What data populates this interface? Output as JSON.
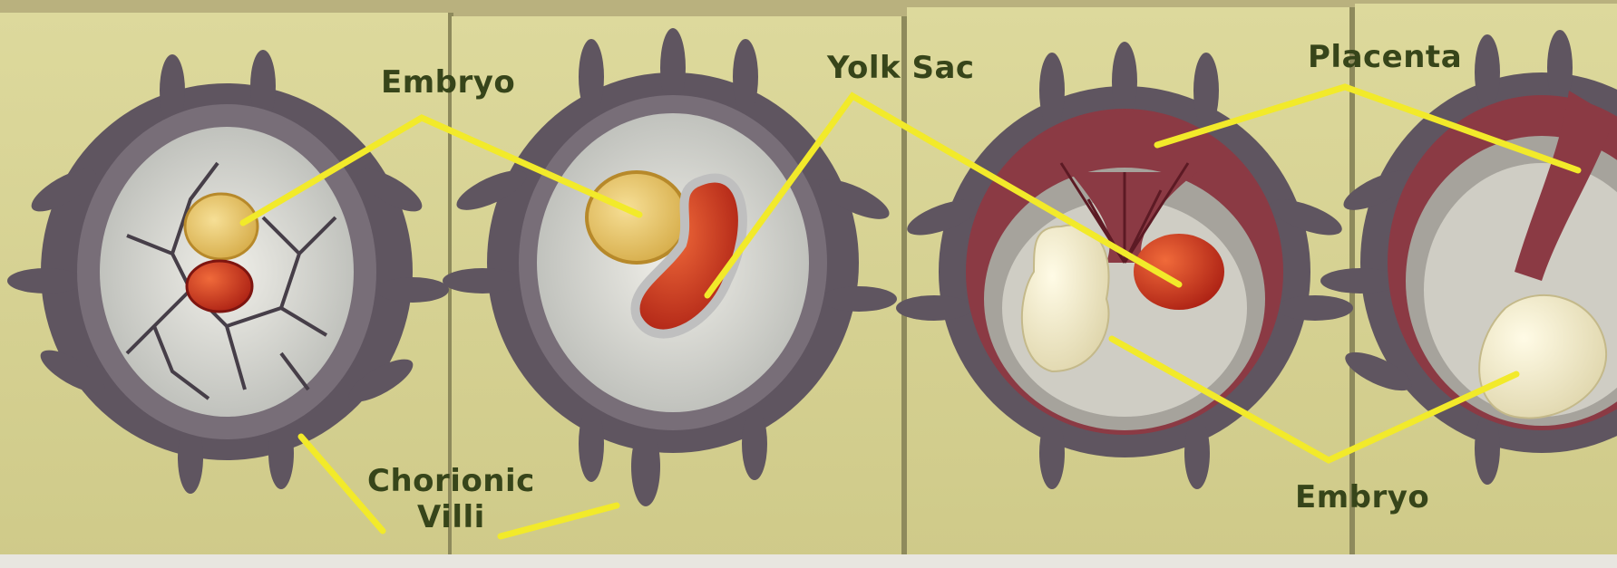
{
  "labels": {
    "embryo_top": "Embryo",
    "yolk_sac": "Yolk Sac",
    "placenta": "Placenta",
    "chorionic_line1": "Chorionic",
    "chorionic_line2": "Villi",
    "embryo_bottom": "Embryo"
  },
  "colors": {
    "board": "#d8d495",
    "board_shadow": "#b9b57b",
    "chorion": "#5f5560",
    "membrane": "#c6c8c4",
    "yolk_sac": "#c8261a",
    "embryo": "#f3ebc8",
    "amnion": "#e9c776",
    "pointer": "#f2ea2a",
    "label_text": "#37451a"
  }
}
